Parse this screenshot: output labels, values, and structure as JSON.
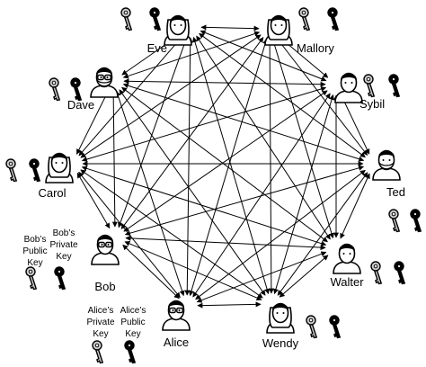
{
  "people": [
    {
      "name": "Eve"
    },
    {
      "name": "Mallory"
    },
    {
      "name": "Sybil"
    },
    {
      "name": "Ted"
    },
    {
      "name": "Walter"
    },
    {
      "name": "Wendy"
    },
    {
      "name": "Alice"
    },
    {
      "name": "Bob"
    },
    {
      "name": "Carol"
    },
    {
      "name": "Dave"
    }
  ],
  "key_labels": {
    "bob_public": [
      "Bob’s",
      "Public",
      "Key"
    ],
    "bob_private": [
      "Bob’s",
      "Private",
      "Key"
    ],
    "alice_private": [
      "Alice’s",
      "Private",
      "Key"
    ],
    "alice_public": [
      "Alice’s",
      "Public",
      "Key"
    ]
  },
  "colors": {
    "public_key": "#cfcfcf",
    "private_key": "#000000",
    "line": "#000000"
  },
  "icons": [
    "person-avatar-icon",
    "public-key-icon",
    "private-key-icon",
    "double-arrow-icon"
  ]
}
